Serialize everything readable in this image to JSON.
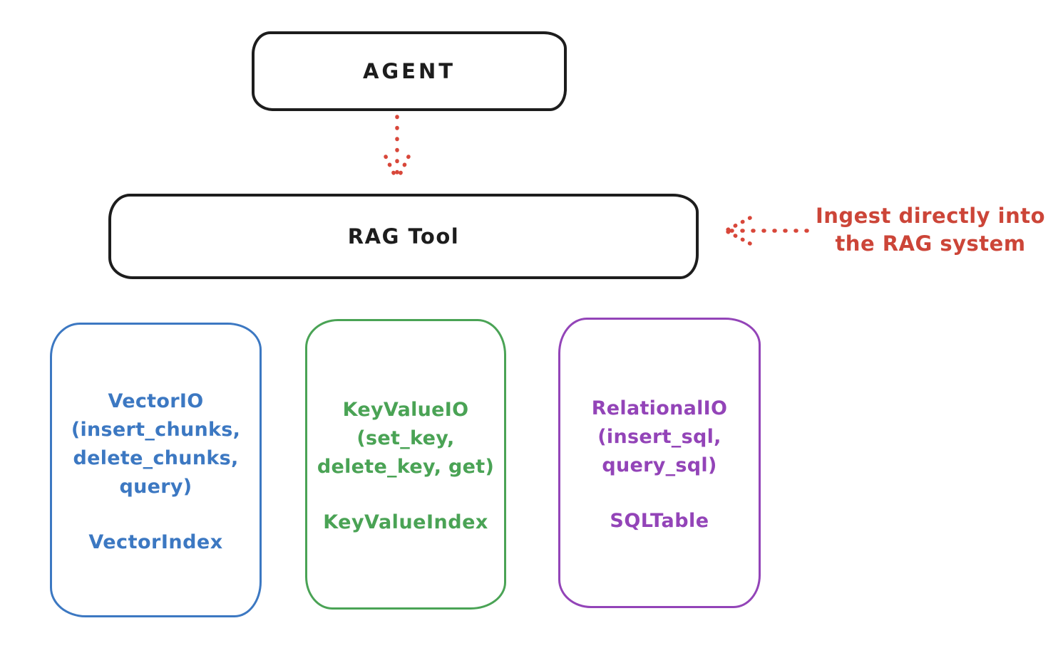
{
  "canvas": {
    "background": "#ffffff"
  },
  "colors": {
    "ink": "#1d1d1d",
    "red": "#cc4538",
    "arrow_red": "#d8473a",
    "blue": "#3c78c2",
    "green": "#4aa355",
    "purple": "#9344b8"
  },
  "agent_box": {
    "label": "AGENT"
  },
  "rag_tool_box": {
    "label": "RAG Tool"
  },
  "annotation": {
    "text": "Ingest directly into\nthe RAG system"
  },
  "icons": {
    "agent_to_rag_arrow": "dotted-arrow-down-icon",
    "ingest_arrow": "dotted-arrow-left-icon"
  },
  "io_boxes": [
    {
      "id": "vector-io",
      "color": "#3c78c2",
      "body": "VectorIO\n(insert_chunks,\ndelete_chunks,\nquery)",
      "footer": "VectorIndex"
    },
    {
      "id": "keyvalue-io",
      "color": "#4aa355",
      "body": "KeyValueIO\n(set_key,\ndelete_key, get)",
      "footer": "KeyValueIndex"
    },
    {
      "id": "relational-io",
      "color": "#9344b8",
      "body": "RelationalIO\n(insert_sql,\nquery_sql)",
      "footer": "SQLTable"
    }
  ]
}
